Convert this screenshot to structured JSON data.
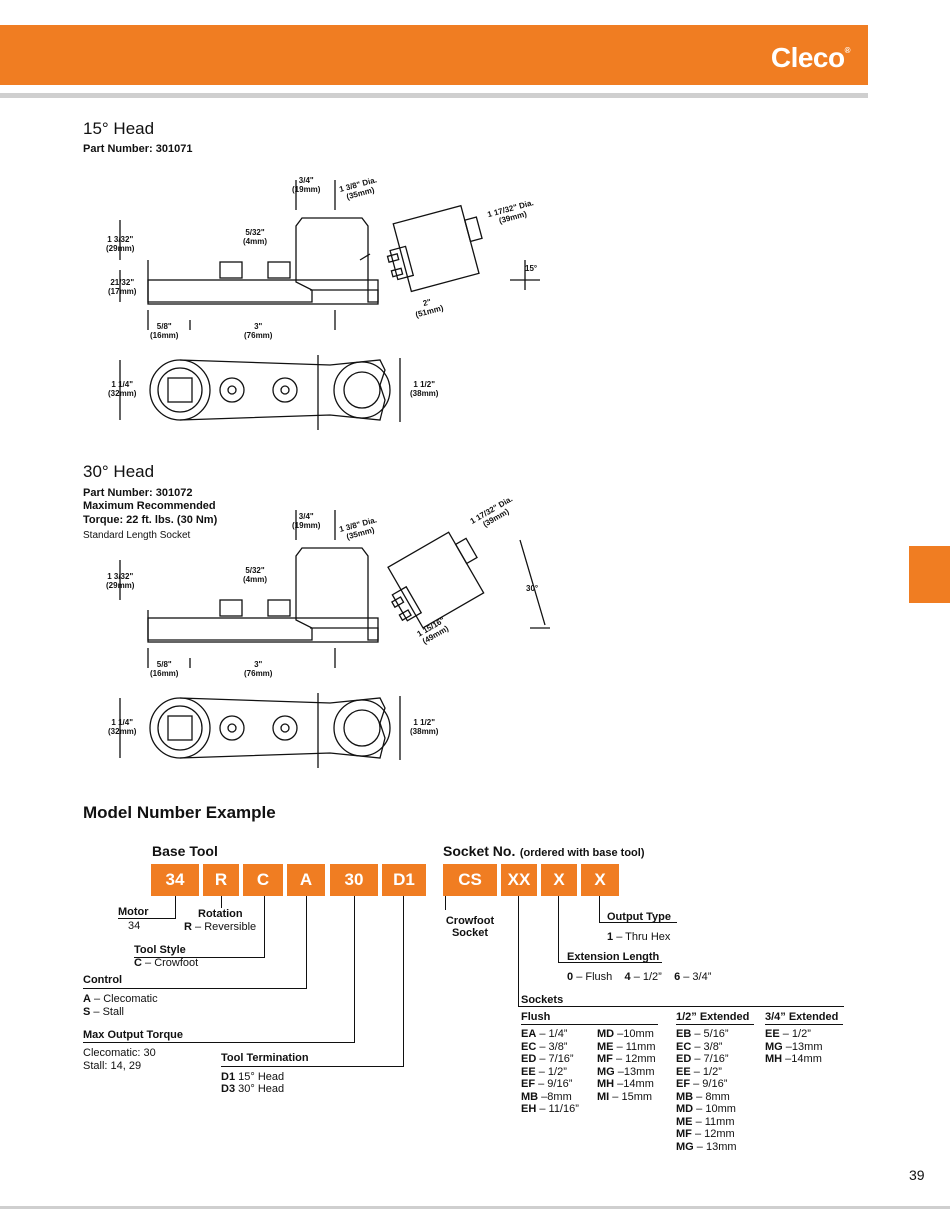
{
  "brand": "Cleco",
  "page_number": "39",
  "section15": {
    "title": "15° Head",
    "part": "Part Number: 301071",
    "dims": {
      "d_3_4": [
        "3/4\"",
        "(19mm)"
      ],
      "d_13_8": [
        "1 3/8\" Dia.",
        "(35mm)"
      ],
      "d_117_32": [
        "1 17/32\" Dia.",
        "(39mm)"
      ],
      "d_13_32": [
        "1 3/32\"",
        "(29mm)"
      ],
      "d_5_32": [
        "5/32\"",
        "(4mm)"
      ],
      "d_21_32": [
        "21/32\"",
        "(17mm)"
      ],
      "d_angle": "15°",
      "d_2": [
        "2\"",
        "(51mm)"
      ],
      "d_5_8": [
        "5/8\"",
        "(16mm)"
      ],
      "d_3": [
        "3\"",
        "(76mm)"
      ],
      "d_1_1_4": [
        "1 1/4\"",
        "(32mm)"
      ],
      "d_1_1_2": [
        "1 1/2\"",
        "(38mm)"
      ]
    }
  },
  "section30": {
    "title": "30° Head",
    "part": "Part Number: 301072",
    "max1": "Maximum Recommended",
    "max2": "Torque: 22 ft. lbs. (30 Nm)",
    "socket": "Standard Length Socket",
    "dims": {
      "d_3_4": [
        "3/4\"",
        "(19mm)"
      ],
      "d_13_8": [
        "1 3/8\" Dia.",
        "(35mm)"
      ],
      "d_117_32": [
        "1 17/32\" Dia.",
        "(39mm)"
      ],
      "d_13_32": [
        "1 3/32\"",
        "(29mm)"
      ],
      "d_5_32": [
        "5/32\"",
        "(4mm)"
      ],
      "d_angle": "30°",
      "d_115_16": [
        "1 15/16\"",
        "(49mm)"
      ],
      "d_5_8": [
        "5/8\"",
        "(16mm)"
      ],
      "d_3": [
        "3\"",
        "(76mm)"
      ],
      "d_1_1_4": [
        "1 1/4\"",
        "(32mm)"
      ],
      "d_1_1_2": [
        "1 1/2\"",
        "(38mm)"
      ]
    }
  },
  "model": {
    "title": "Model Number Example",
    "base_tool_label": "Base Tool",
    "socket_no_label": "Socket No.",
    "socket_no_note": "(ordered with base tool)",
    "base_boxes": [
      "34",
      "R",
      "C",
      "A",
      "30",
      "D1"
    ],
    "socket_boxes": [
      "CS",
      "XX",
      "X",
      "X"
    ],
    "motor": {
      "label": "Motor",
      "value": "34"
    },
    "rotation": {
      "label": "Rotation",
      "code": "R",
      "text": "– Reversible"
    },
    "tool_style": {
      "label": "Tool Style",
      "code": "C",
      "text": "– Crowfoot"
    },
    "control": {
      "label": "Control",
      "items": [
        {
          "code": "A",
          "text": "– Clecomatic"
        },
        {
          "code": "S",
          "text": "– Stall"
        }
      ]
    },
    "max_torque": {
      "label": "Max Output Torque",
      "line1": "Clecomatic: 30",
      "line2": "Stall: 14, 29"
    },
    "termination": {
      "label": "Tool Termination",
      "items": [
        {
          "code": "D1",
          "text": "15° Head"
        },
        {
          "code": "D3",
          "text": "30° Head"
        }
      ]
    },
    "crowfoot": [
      "Crowfoot",
      "Socket"
    ],
    "output_type": {
      "label": "Output Type",
      "code": "1",
      "text": "– Thru Hex"
    },
    "extension": {
      "label": "Extension Length",
      "items": [
        {
          "code": "0",
          "text": "– Flush"
        },
        {
          "code": "4",
          "text": "– 1/2”"
        },
        {
          "code": "6",
          "text": "– 3/4”"
        }
      ]
    },
    "sockets": {
      "label": "Sockets",
      "flush_label": "Flush",
      "flush_a": [
        [
          "EA",
          "– 1/4”"
        ],
        [
          "EC",
          "– 3/8”"
        ],
        [
          "ED",
          "– 7/16”"
        ],
        [
          "EE",
          "– 1/2”"
        ],
        [
          "EF",
          "– 9/16”"
        ],
        [
          "MB",
          "–8mm"
        ],
        [
          "EH",
          "– 11/16”"
        ]
      ],
      "flush_b": [
        [
          "MD",
          "–10mm"
        ],
        [
          "ME",
          "– 11mm"
        ],
        [
          "MF",
          "– 12mm"
        ],
        [
          "MG",
          "–13mm"
        ],
        [
          "MH",
          "–14mm"
        ],
        [
          "MI",
          "– 15mm"
        ]
      ],
      "ext12_label": "1/2” Extended",
      "ext12": [
        [
          "EB",
          "– 5/16”"
        ],
        [
          "EC",
          "– 3/8”"
        ],
        [
          "ED",
          "– 7/16”"
        ],
        [
          "EE",
          "– 1/2”"
        ],
        [
          "EF",
          "– 9/16”"
        ],
        [
          "MB",
          "– 8mm"
        ],
        [
          "MD",
          "– 10mm"
        ],
        [
          "ME",
          "– 11mm"
        ],
        [
          "MF",
          "– 12mm"
        ],
        [
          "MG",
          "– 13mm"
        ]
      ],
      "ext34_label": "3/4” Extended",
      "ext34": [
        [
          "EE",
          "– 1/2”"
        ],
        [
          "MG",
          "–13mm"
        ],
        [
          "MH",
          "–14mm"
        ]
      ]
    }
  }
}
